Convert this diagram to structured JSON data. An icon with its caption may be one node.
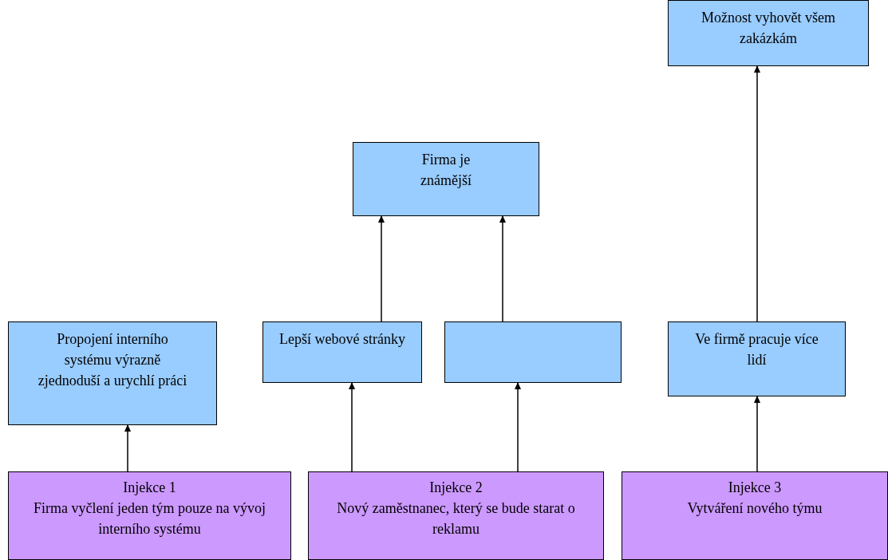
{
  "diagram": {
    "nodes": [
      {
        "text": [
          "Možnost vyhovět všem zakázkám"
        ]
      },
      {
        "text": [
          "Firma je známější"
        ]
      },
      {
        "text": [
          "Propojení interního systému výrazně zjednoduší a urychlí práci"
        ]
      },
      {
        "text": [
          "Lepší webové stránky"
        ]
      },
      {
        "text": [],
        "shape": "box"
      },
      {
        "text": [
          "Ve firmě pracuje více lidí"
        ]
      },
      {
        "text": [
          "Injekce 1",
          "Firma vyčlení jeden tým pouze na vývoj interního systému"
        ]
      },
      {
        "text": [
          "Injekce 2",
          "Nový zaměstnanec, který se bude starat o reklamu"
        ]
      },
      {
        "text": [
          "Injekce 3",
          "Vytváření nového týmu"
        ]
      }
    ],
    "edges": [
      {
        "from": 6,
        "to": 2,
        "arrow": "to"
      },
      {
        "from": 7,
        "to": 3,
        "arrow": "to"
      },
      {
        "from": 7,
        "to": 4,
        "arrow": "to"
      },
      {
        "from": 8,
        "to": 5,
        "arrow": "to"
      },
      {
        "from": 3,
        "to": 1,
        "arrow": "to"
      },
      {
        "from": 4,
        "to": 1,
        "arrow": "to"
      },
      {
        "from": 5,
        "to": 0,
        "arrow": "to"
      }
    ]
  }
}
